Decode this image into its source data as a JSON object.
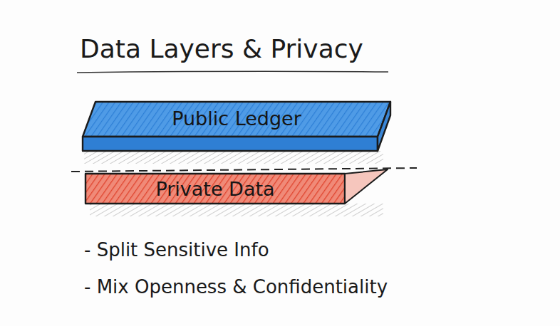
{
  "diagram": {
    "title": "Data Layers & Privacy",
    "nodes": [
      {
        "text": [
          "Public Ledger"
        ]
      },
      {
        "text": [
          "Private Data"
        ]
      }
    ],
    "labels": [
      "- Split Sensitive Info",
      "- Mix Openness & Confidentiality"
    ]
  }
}
